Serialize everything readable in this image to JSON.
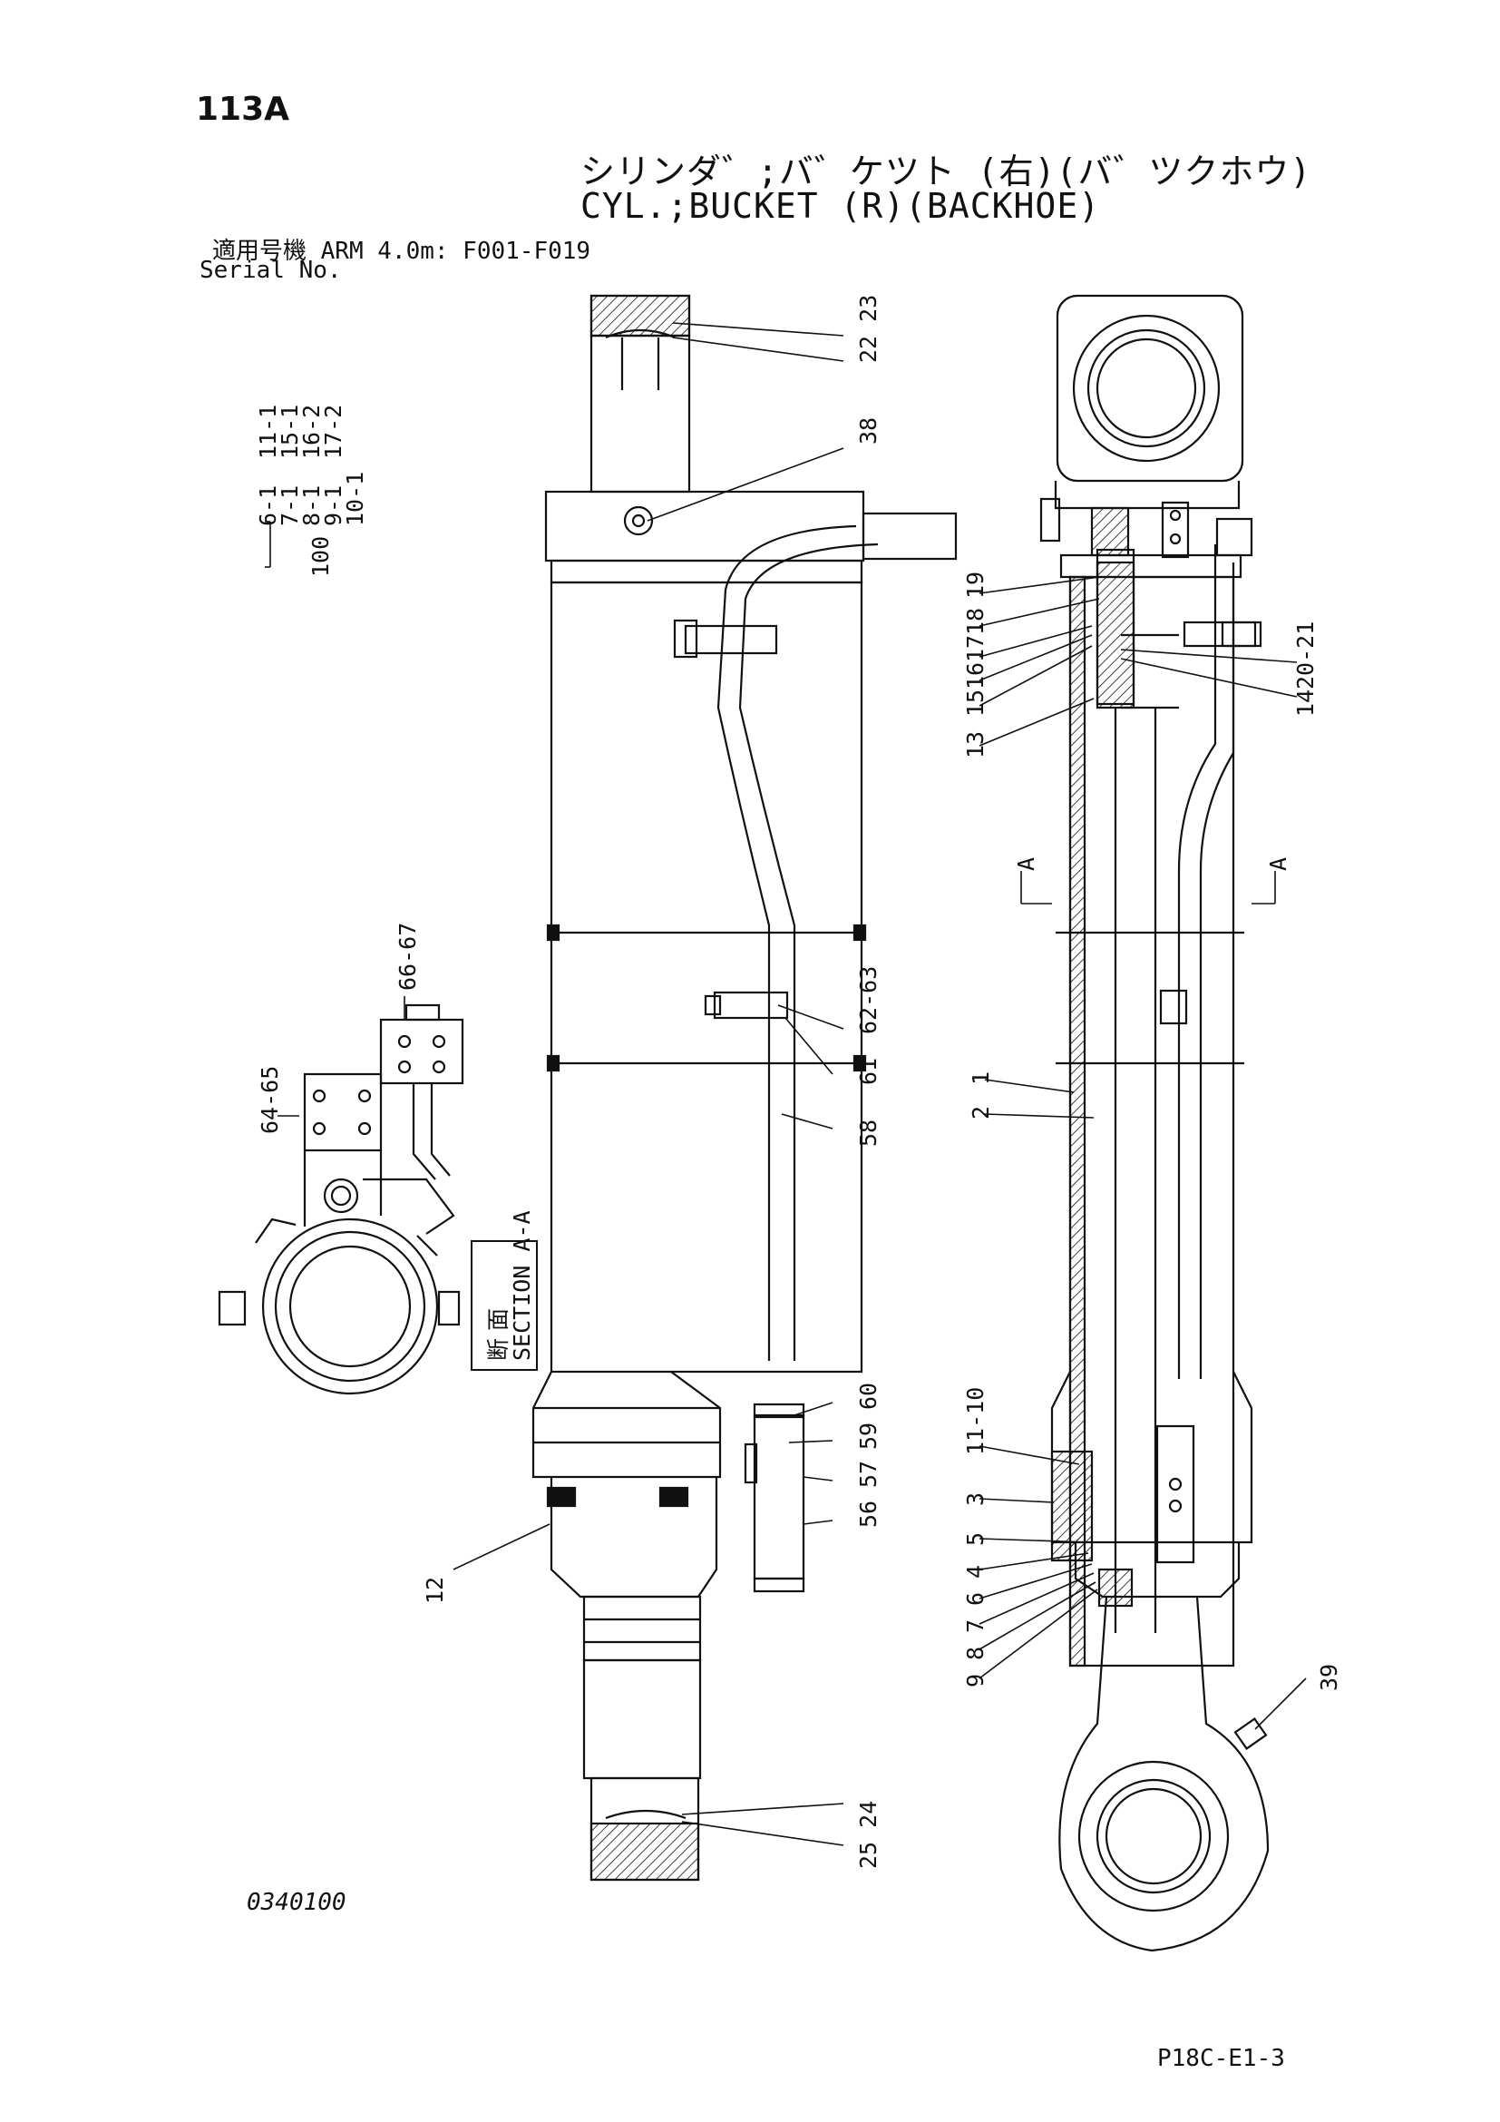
{
  "page_number": "113A",
  "title_jp": "シリンダ゛;バ゛ケツト (右)(バ゛ツクホウ)",
  "title_en": "CYL.;BUCKET (R)(BACKHOE)",
  "serial_jp": "適用号機  ARM 4.0m: F001-F019",
  "serial_en": "Serial No.",
  "drawing_number": "0340100",
  "sheet_code": "P18C-E1-3",
  "section_label_jp": "断 面",
  "section_label_en": "SECTION A-A",
  "section_mark": "A",
  "kit": {
    "label": "100",
    "col1": [
      "6-1",
      "7-1",
      "8-1",
      "9-1",
      "10-1"
    ],
    "col2": [
      "11-1",
      "15-1",
      "16-2",
      "17-2"
    ]
  },
  "callouts_left": [
    "22 23",
    "38",
    "62-63",
    "61",
    "58",
    "60",
    "59",
    "57",
    "56",
    "12",
    "25 24"
  ],
  "callouts_section": [
    "66-67",
    "64-65"
  ],
  "callouts_right": [
    "19",
    "18",
    "17",
    "16",
    "15",
    "13",
    "20-21",
    "14",
    "1",
    "2",
    "11-10",
    "3",
    "5",
    "4",
    "6",
    "7",
    "8",
    "9",
    "39"
  ]
}
